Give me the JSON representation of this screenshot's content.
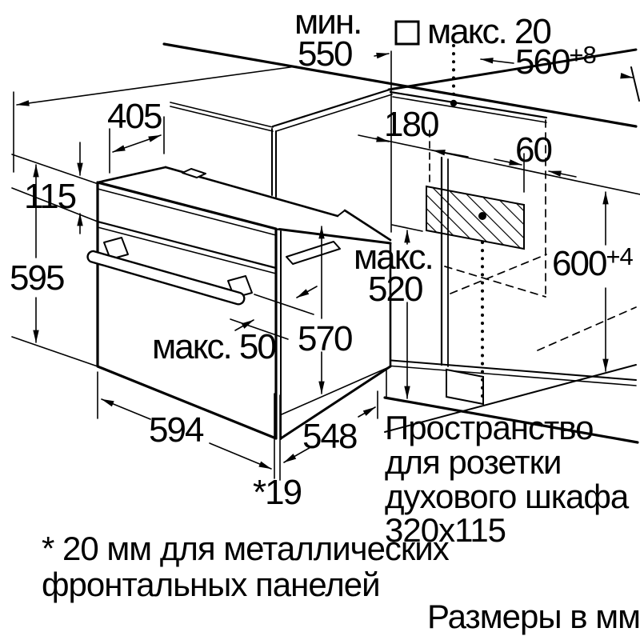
{
  "labels": {
    "min_word": "мин.",
    "min_value": "550",
    "max20": "макс. 20",
    "w560": "560",
    "w560_tol": "+8",
    "d405": "405",
    "d115": "115",
    "d595": "595",
    "d180": "180",
    "d60": "60",
    "h600": "600",
    "h600_tol": "+4",
    "max_word": "макс.",
    "d520": "520",
    "d570": "570",
    "max50": "макс. 50",
    "d594": "594",
    "d548": "548",
    "d19": "*19"
  },
  "socket_note": {
    "l1": "Пространство",
    "l2": "для розетки",
    "l3": "духового шкафа",
    "l4": "320x115"
  },
  "footnote": {
    "l1": "* 20 мм для металлических",
    "l2": "фронтальных панелей"
  },
  "units": "Размеры в мм",
  "colors": {
    "ink": "#000000",
    "paper": "#ffffff"
  }
}
